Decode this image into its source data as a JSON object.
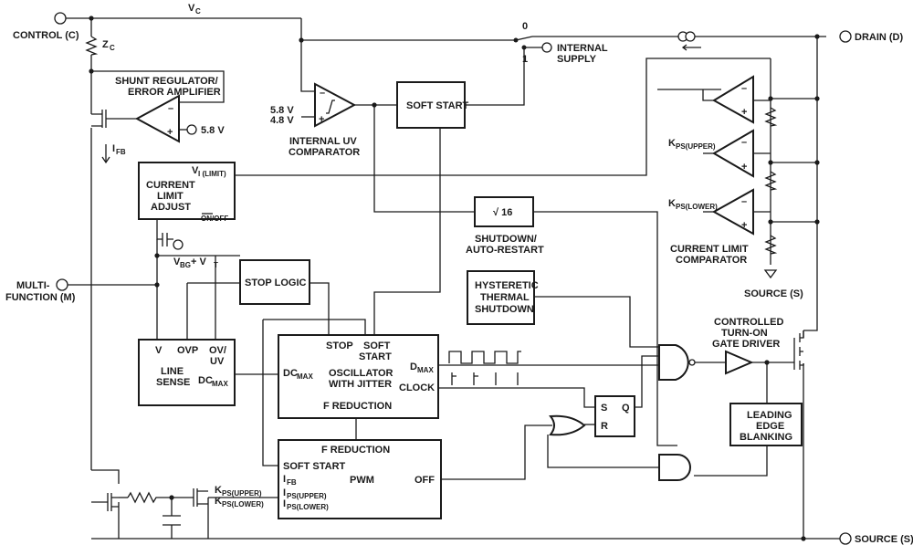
{
  "pins": {
    "control": "CONTROL (C)",
    "drain": "DRAIN (D)",
    "multi_line1": "MULTI-",
    "multi_line2": "FUNCTION (M)",
    "source": "SOURCE (S)"
  },
  "labels": {
    "vc": "V",
    "vc_sub": "C",
    "zc": "Z",
    "zc_sub": "C",
    "shunt_line1": "SHUNT REGULATOR/",
    "shunt_line2": "ERROR AMPLIFIER",
    "ref_5v8": "5.8 V",
    "ifb": "I",
    "ifb_sub": "FB",
    "uv_hi": "5.8 V",
    "uv_lo": "4.8 V",
    "uv_line1": "INTERNAL UV",
    "uv_line2": "COMPARATOR",
    "soft_start": "SOFT START",
    "switch_0": "0",
    "switch_1": "1",
    "internal_line1": "INTERNAL",
    "internal_line2": "SUPPLY",
    "cla_line1": "CURRENT",
    "cla_line2": "LIMIT",
    "cla_line3": "ADJUST",
    "vilimit": "V",
    "vilimit_sub": "I (LIMIT)",
    "on_off": "ON/OFF",
    "div16": "√ 16",
    "shutdown_line1": "SHUTDOWN/",
    "shutdown_line2": "AUTO-RESTART",
    "kps_upper": "K",
    "kps_upper_sub": "PS(UPPER)",
    "kps_lower": "K",
    "kps_lower_sub": "PS(LOWER)",
    "clc_line1": "CURRENT LIMIT",
    "clc_line2": "COMPARATOR",
    "source_gnd": "SOURCE (S)",
    "vbg": "V",
    "vbg_sub": "BG",
    "vbg_plus": " + V",
    "vt_sub": "T",
    "stop_logic": "STOP LOGIC",
    "hts_line1": "HYSTERETIC",
    "hts_line2": "THERMAL",
    "hts_line3": "SHUTDOWN",
    "ls_v": "V",
    "ls_ovp": "OVP",
    "ls_ov": "OV/",
    "ls_uv": "UV",
    "ls_line": "LINE",
    "ls_sense": "SENSE",
    "ls_dc": "DC",
    "ls_dc_sub": "MAX",
    "osc_stop": "STOP",
    "osc_soft": "SOFT",
    "osc_start": "START",
    "osc_dcmax": "DC",
    "osc_dcmax_sub": "MAX",
    "osc_line1": "OSCILLATOR",
    "osc_line2": "WITH JITTER",
    "osc_dmax": "D",
    "osc_dmax_sub": "MAX",
    "osc_clock": "CLOCK",
    "osc_fred": "F REDUCTION",
    "ctg_line1": "CONTROLLED",
    "ctg_line2": "TURN-ON",
    "ctg_line3": "GATE DRIVER",
    "leb_line1": "LEADING",
    "leb_line2": "EDGE",
    "leb_line3": "BLANKING",
    "sr_s": "S",
    "sr_q": "Q",
    "sr_r": "R",
    "pwm_fred": "F REDUCTION",
    "pwm_ss": "SOFT START",
    "pwm_ifb": "I",
    "pwm_ifb_sub": "FB",
    "pwm_label": "PWM",
    "pwm_off": "OFF",
    "pwm_ipsu": "I",
    "pwm_ipsu_sub": "PS(UPPER)",
    "pwm_ipsl": "I",
    "pwm_ipsl_sub": "PS(LOWER)",
    "sw_kpsu": "K",
    "sw_kpsu_sub": "PS(UPPER)",
    "sw_kpsl": "K",
    "sw_kpsl_sub": "PS(LOWER)"
  },
  "colors": {
    "line": "#1a1a1a",
    "background": "#ffffff"
  }
}
